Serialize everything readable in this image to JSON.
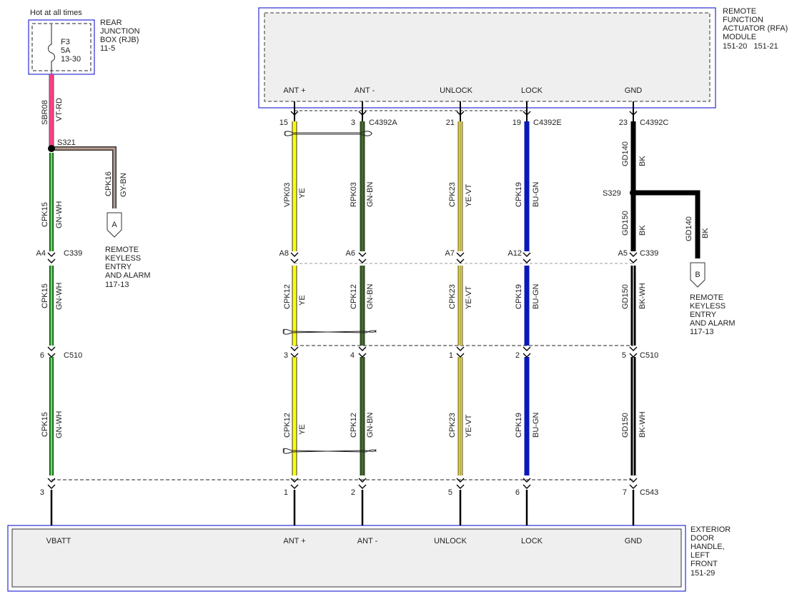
{
  "header": {
    "hot_label": "Hot at all times",
    "rjb_name": [
      "REAR",
      "JUNCTION",
      "BOX (RJB)",
      "11-5"
    ],
    "fuse": [
      "F3",
      "5A",
      "13-30"
    ],
    "rfa_name": [
      "REMOTE",
      "FUNCTION",
      "ACTUATOR (RFA)",
      "MODULE",
      "151-20   151-21"
    ],
    "door_name": [
      "EXTERIOR",
      "DOOR",
      "HANDLE,",
      "LEFT",
      "FRONT",
      "151-29"
    ]
  },
  "rfa_pins": [
    "ANT +",
    "ANT -",
    "UNLOCK",
    "LOCK",
    "GND"
  ],
  "door_pins": [
    "VBATT",
    "ANT +",
    "ANT -",
    "UNLOCK",
    "LOCK",
    "GND"
  ],
  "connectors": {
    "c4392a": "C4392A",
    "c4392e": "C4392E",
    "c4392c": "C4392C",
    "c339": "C339",
    "c510": "C510",
    "c543": "C543",
    "s321": "S321",
    "s329": "S329"
  },
  "pin_numbers": {
    "top": [
      "15",
      "3",
      "21",
      "19",
      "23"
    ],
    "c339": [
      "A4",
      "A8",
      "A6",
      "A7",
      "A12",
      "A5"
    ],
    "c510": [
      "6",
      "3",
      "4",
      "1",
      "2",
      "5"
    ],
    "c543": [
      "3",
      "1",
      "2",
      "5",
      "6",
      "7"
    ]
  },
  "wires": {
    "vbatt": {
      "circuit_top": "SBR08",
      "color_top": "VT-RD",
      "circuit": "CPK15",
      "color": "GN-WH"
    },
    "branch_a": {
      "circuit": "CPK16",
      "color": "GY-BN"
    },
    "ant_plus": {
      "circuit_top": "VPK03",
      "color_top": "YE",
      "circuit": "CPK12",
      "color": "YE"
    },
    "ant_minus": {
      "circuit_top": "RPK03",
      "color_top": "GN-BN",
      "circuit": "CPK12",
      "color": "GN-BN"
    },
    "unlock": {
      "circuit": "CPK23",
      "color": "YE-VT"
    },
    "lock": {
      "circuit": "CPK19",
      "color": "BU-GN"
    },
    "gnd": {
      "circuit_top": "GD140",
      "color_top": "BK",
      "circuit_mid": "GD150",
      "color_mid": "BK",
      "circuit": "GD150",
      "color": "BK-WH"
    },
    "branch_b": {
      "circuit": "GD140",
      "color": "BK"
    }
  },
  "references": {
    "a": {
      "letter": "A",
      "text": [
        "REMOTE",
        "KEYLESS",
        "ENTRY",
        "AND ALARM",
        "117-13"
      ]
    },
    "b": {
      "letter": "B",
      "text": [
        "REMOTE",
        "KEYLESS",
        "ENTRY",
        "AND ALARM",
        "117-13"
      ]
    }
  },
  "colors": {
    "box_border": "#2b2bd6",
    "box_fill": "#f0f0f0",
    "vt_rd": "#ff3d8a",
    "gn_wh": "#1f8f1f",
    "gy_bn": "#7a5a4a",
    "ye": "#ffff00",
    "gn_bn": "#1a6a1a",
    "ye_vt": "#e8e000",
    "bu_gn": "#0a18b8",
    "bk": "#000000"
  }
}
